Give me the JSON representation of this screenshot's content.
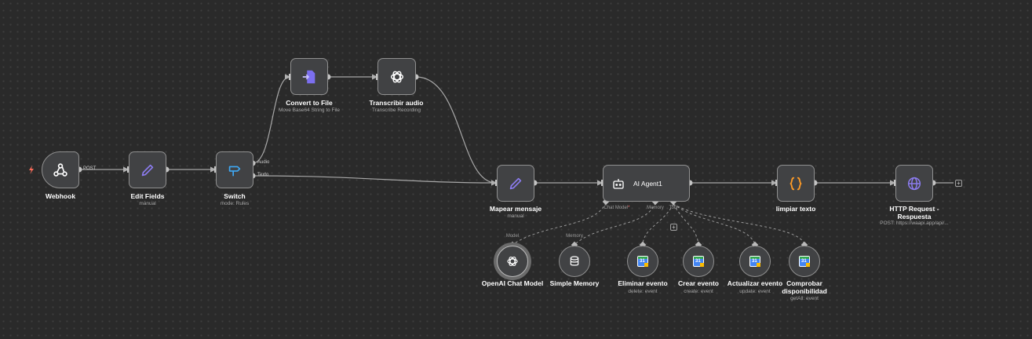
{
  "canvas": {
    "nodes": {
      "webhook": {
        "title": "Webhook",
        "icon": "webhook-icon"
      },
      "edit_fields": {
        "title": "Edit Fields",
        "subtitle": "manual",
        "icon": "pencil-icon"
      },
      "switch": {
        "title": "Switch",
        "subtitle": "mode: Rules",
        "icon": "signpost-icon",
        "outputs": [
          "Audio",
          "Texto"
        ]
      },
      "convert_to_file": {
        "title": "Convert to File",
        "subtitle": "Move Base64 String to File",
        "icon": "file-convert-icon"
      },
      "transcribir_audio": {
        "title": "Transcribir audio",
        "subtitle": "Transcribe Recording",
        "icon": "openai-icon"
      },
      "mapear_mensaje": {
        "title": "Mapear mensaje",
        "subtitle": "manual",
        "icon": "pencil-icon"
      },
      "ai_agent": {
        "title": "AI Agent1",
        "icon": "robot-icon",
        "ports": {
          "chat_model": "Chat Model",
          "memory": "Memory",
          "tool": "Tool",
          "required_mark": "*"
        }
      },
      "limpiar_texto": {
        "title": "limpiar texto",
        "icon": "braces-icon"
      },
      "http_request": {
        "title": "HTTP Request - Respuesta",
        "subtitle": "POST: https://waapi.app/api/...",
        "icon": "globe-icon"
      },
      "openai_chat_model": {
        "title": "OpenAI Chat Model",
        "port_label": "Model",
        "icon": "openai-icon"
      },
      "simple_memory": {
        "title": "Simple Memory",
        "port_label": "Memory",
        "icon": "database-icon"
      },
      "eliminar_evento": {
        "title": "Eliminar evento",
        "subtitle": "delete: event",
        "icon": "google-calendar-icon"
      },
      "crear_evento": {
        "title": "Crear evento",
        "subtitle": "create: event",
        "icon": "google-calendar-icon"
      },
      "actualizar_evento": {
        "title": "Actualizar evento",
        "subtitle": "update: event",
        "icon": "google-calendar-icon"
      },
      "comprobar_disponibilidad": {
        "title": "Comprobar disponibilidad",
        "subtitle": "getAll: event",
        "icon": "google-calendar-icon"
      }
    },
    "edge_labels": {
      "webhook_method": "POST"
    },
    "calendar_glyph": "31",
    "colors": {
      "accent": "#ff6d5a",
      "ai": "#7c6ff0",
      "code": "#ff9b26",
      "connector": "#b0b0b0"
    }
  }
}
